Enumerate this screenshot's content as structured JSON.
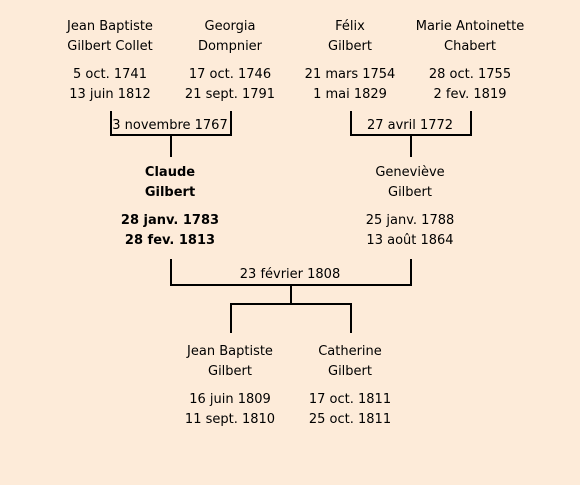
{
  "persons": {
    "jean_baptiste_gilbert_collet": {
      "name1": "Jean Baptiste",
      "name2": "Gilbert Collet",
      "birth": "5 oct. 1741",
      "death": "13 juin 1812"
    },
    "georgia_dompnier": {
      "name1": "Georgia",
      "name2": "Dompnier",
      "birth": "17 oct. 1746",
      "death": "21 sept. 1791"
    },
    "felix_gilbert": {
      "name1": "Félix",
      "name2": "Gilbert",
      "birth": "21 mars 1754",
      "death": "1 mai 1829"
    },
    "marie_antoinette_chabert": {
      "name1": "Marie Antoinette",
      "name2": "Chabert",
      "birth": "28 oct. 1755",
      "death": "2 fev. 1819"
    },
    "claude_gilbert": {
      "name1": "Claude",
      "name2": "Gilbert",
      "birth": "28 janv. 1783",
      "death": "28 fev. 1813"
    },
    "genevieve_gilbert": {
      "name1": "Geneviève",
      "name2": "Gilbert",
      "birth": "25 janv. 1788",
      "death": "13 août 1864"
    },
    "jean_baptiste_gilbert": {
      "name1": "Jean Baptiste",
      "name2": "Gilbert",
      "birth": "16 juin 1809",
      "death": "11 sept. 1810"
    },
    "catherine_gilbert": {
      "name1": "Catherine",
      "name2": "Gilbert",
      "birth": "17 oct. 1811",
      "death": "25 oct. 1811"
    }
  },
  "marriages": {
    "left_grandparents": "3 novembre 1767",
    "right_grandparents": "27 avril 1772",
    "parents": "23 février 1808"
  }
}
